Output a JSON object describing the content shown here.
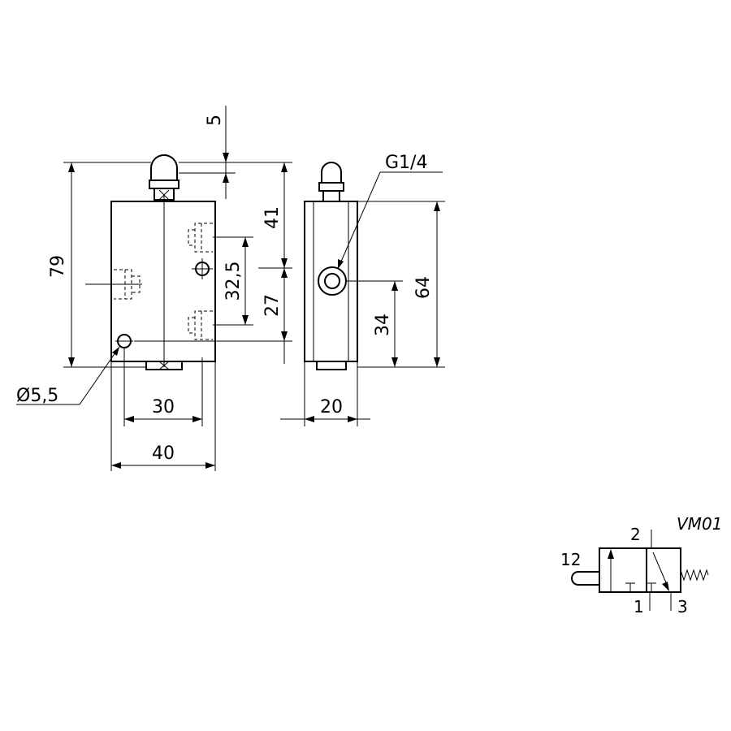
{
  "dimensions": {
    "d5": "5",
    "d79": "79",
    "d41": "41",
    "d27": "27",
    "d32_5": "32,5",
    "d64": "64",
    "d34": "34",
    "d30": "30",
    "d40": "40",
    "d20": "20",
    "hole": "Ø5,5",
    "thread": "G1/4"
  },
  "symbol": {
    "code": "VM01",
    "port_2": "2",
    "port_12": "12",
    "port_1": "1",
    "port_3": "3"
  }
}
